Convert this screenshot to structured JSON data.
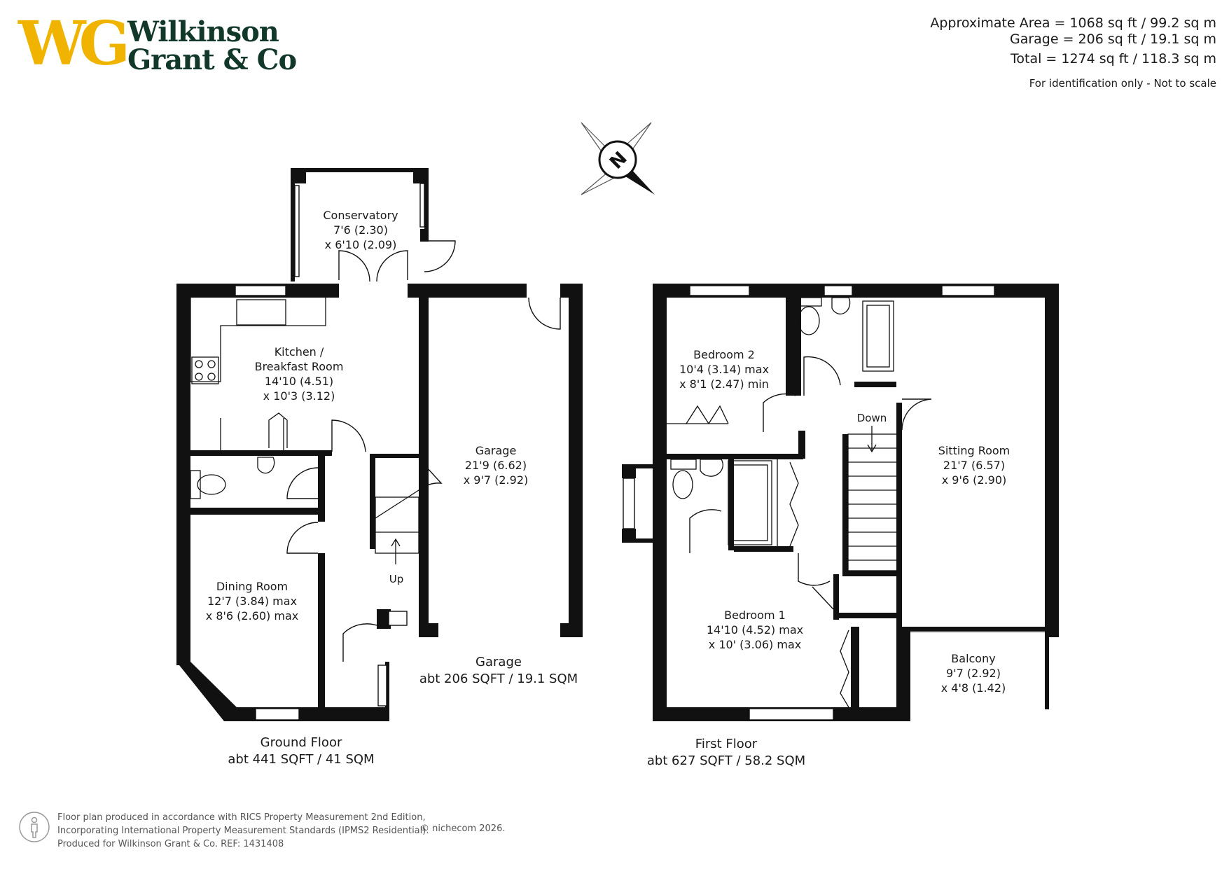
{
  "brand": {
    "logo_mark": "WG",
    "name_line1": "Wilkinson",
    "name_line2": "Grant & Co",
    "colors": {
      "gold": "#f0b400",
      "green": "#113828"
    }
  },
  "header": {
    "approx_area": "Approximate Area = 1068 sq ft / 99.2 sq m",
    "garage_area": "Garage = 206 sq ft / 19.1 sq m",
    "total_area": "Total = 1274 sq ft / 118.3 sq m",
    "disclaimer": "For identification only - Not to scale"
  },
  "compass": {
    "label": "N"
  },
  "rooms": {
    "conservatory": {
      "name": "Conservatory",
      "dim1": "7'6 (2.30)",
      "dim2": "x 6'10 (2.09)"
    },
    "kitchen": {
      "name1": "Kitchen /",
      "name2": "Breakfast Room",
      "dim1": "14'10 (4.51)",
      "dim2": "x 10'3 (3.12)"
    },
    "garage": {
      "name": "Garage",
      "dim1": "21'9 (6.62)",
      "dim2": "x 9'7 (2.92)"
    },
    "dining": {
      "name": "Dining Room",
      "dim1": "12'7 (3.84) max",
      "dim2": "x 8'6 (2.60) max"
    },
    "bedroom2": {
      "name": "Bedroom 2",
      "dim1": "10'4 (3.14) max",
      "dim2": "x 8'1 (2.47) min"
    },
    "sitting": {
      "name": "Sitting Room",
      "dim1": "21'7 (6.57)",
      "dim2": "x 9'6 (2.90)"
    },
    "bedroom1": {
      "name": "Bedroom 1",
      "dim1": "14'10 (4.52) max",
      "dim2": "x 10' (3.06) max"
    },
    "balcony": {
      "name": "Balcony",
      "dim1": "9'7 (2.92)",
      "dim2": "x 4'8 (1.42)"
    }
  },
  "stairs": {
    "up": "Up",
    "down": "Down"
  },
  "floors": {
    "ground": {
      "name": "Ground Floor",
      "area": "abt 441 SQFT / 41 SQM"
    },
    "garage": {
      "name": "Garage",
      "area": "abt 206 SQFT / 19.1 SQM"
    },
    "first": {
      "name": "First Floor",
      "area": "abt 627 SQFT / 58.2 SQM"
    }
  },
  "footer": {
    "line1": "Floor plan produced in accordance with RICS Property Measurement 2nd Edition,",
    "line2": "Incorporating International Property Measurement Standards (IPMS2 Residential).",
    "copyright": "© nichecom  2026.",
    "line3": "Produced for Wilkinson Grant & Co.   REF:  1431408"
  }
}
